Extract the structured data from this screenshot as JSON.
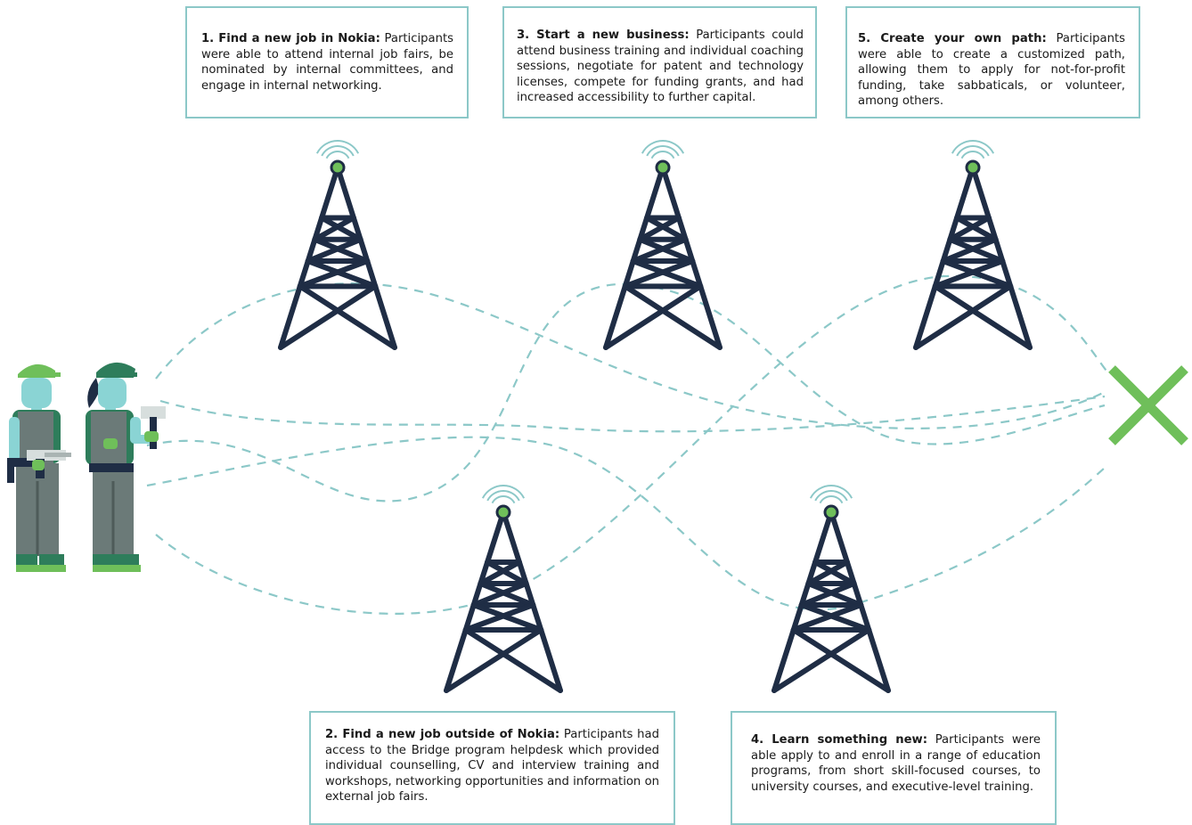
{
  "colors": {
    "tower": "#1f2d45",
    "signal_dot": "#6fbf5a",
    "signal_waves": "#8cc8c8",
    "path_lines": "#8cc8c8",
    "destination_x": "#6fbf5a",
    "box_border": "#8cc8c8"
  },
  "boxes": {
    "b1": {
      "lead": "1. Find a new job in Nokia:",
      "body": " Participants were able to attend internal job fairs, be nominated by internal committees, and engage in internal networking."
    },
    "b2": {
      "lead": "2. Find a new job outside of Nokia:",
      "body": " Participants had access to the Bridge program helpdesk which provided individual counselling, CV and interview training and workshops, networking opportunities and information on external job fairs."
    },
    "b3": {
      "lead": "3. Start a new business:",
      "body": " Participants could attend business training and individual coaching sessions, negotiate for patent and technology licenses, compete for funding grants, and had increased accessibility to further capital."
    },
    "b4": {
      "lead": "4. Learn something new:",
      "body": " Participants were able apply to and enroll in a range of education programs, from short skill-focused courses, to university courses, and executive-level training."
    },
    "b5": {
      "lead": "5. Create your own path:",
      "body": " Participants were able to create a customized path, allowing them to apply for not-for-profit funding, take sabbaticals, or volunteer, among others."
    }
  },
  "icons": {
    "tower": "radio-tower-icon",
    "workers": "workers-icon",
    "destination": "x-mark-icon"
  }
}
